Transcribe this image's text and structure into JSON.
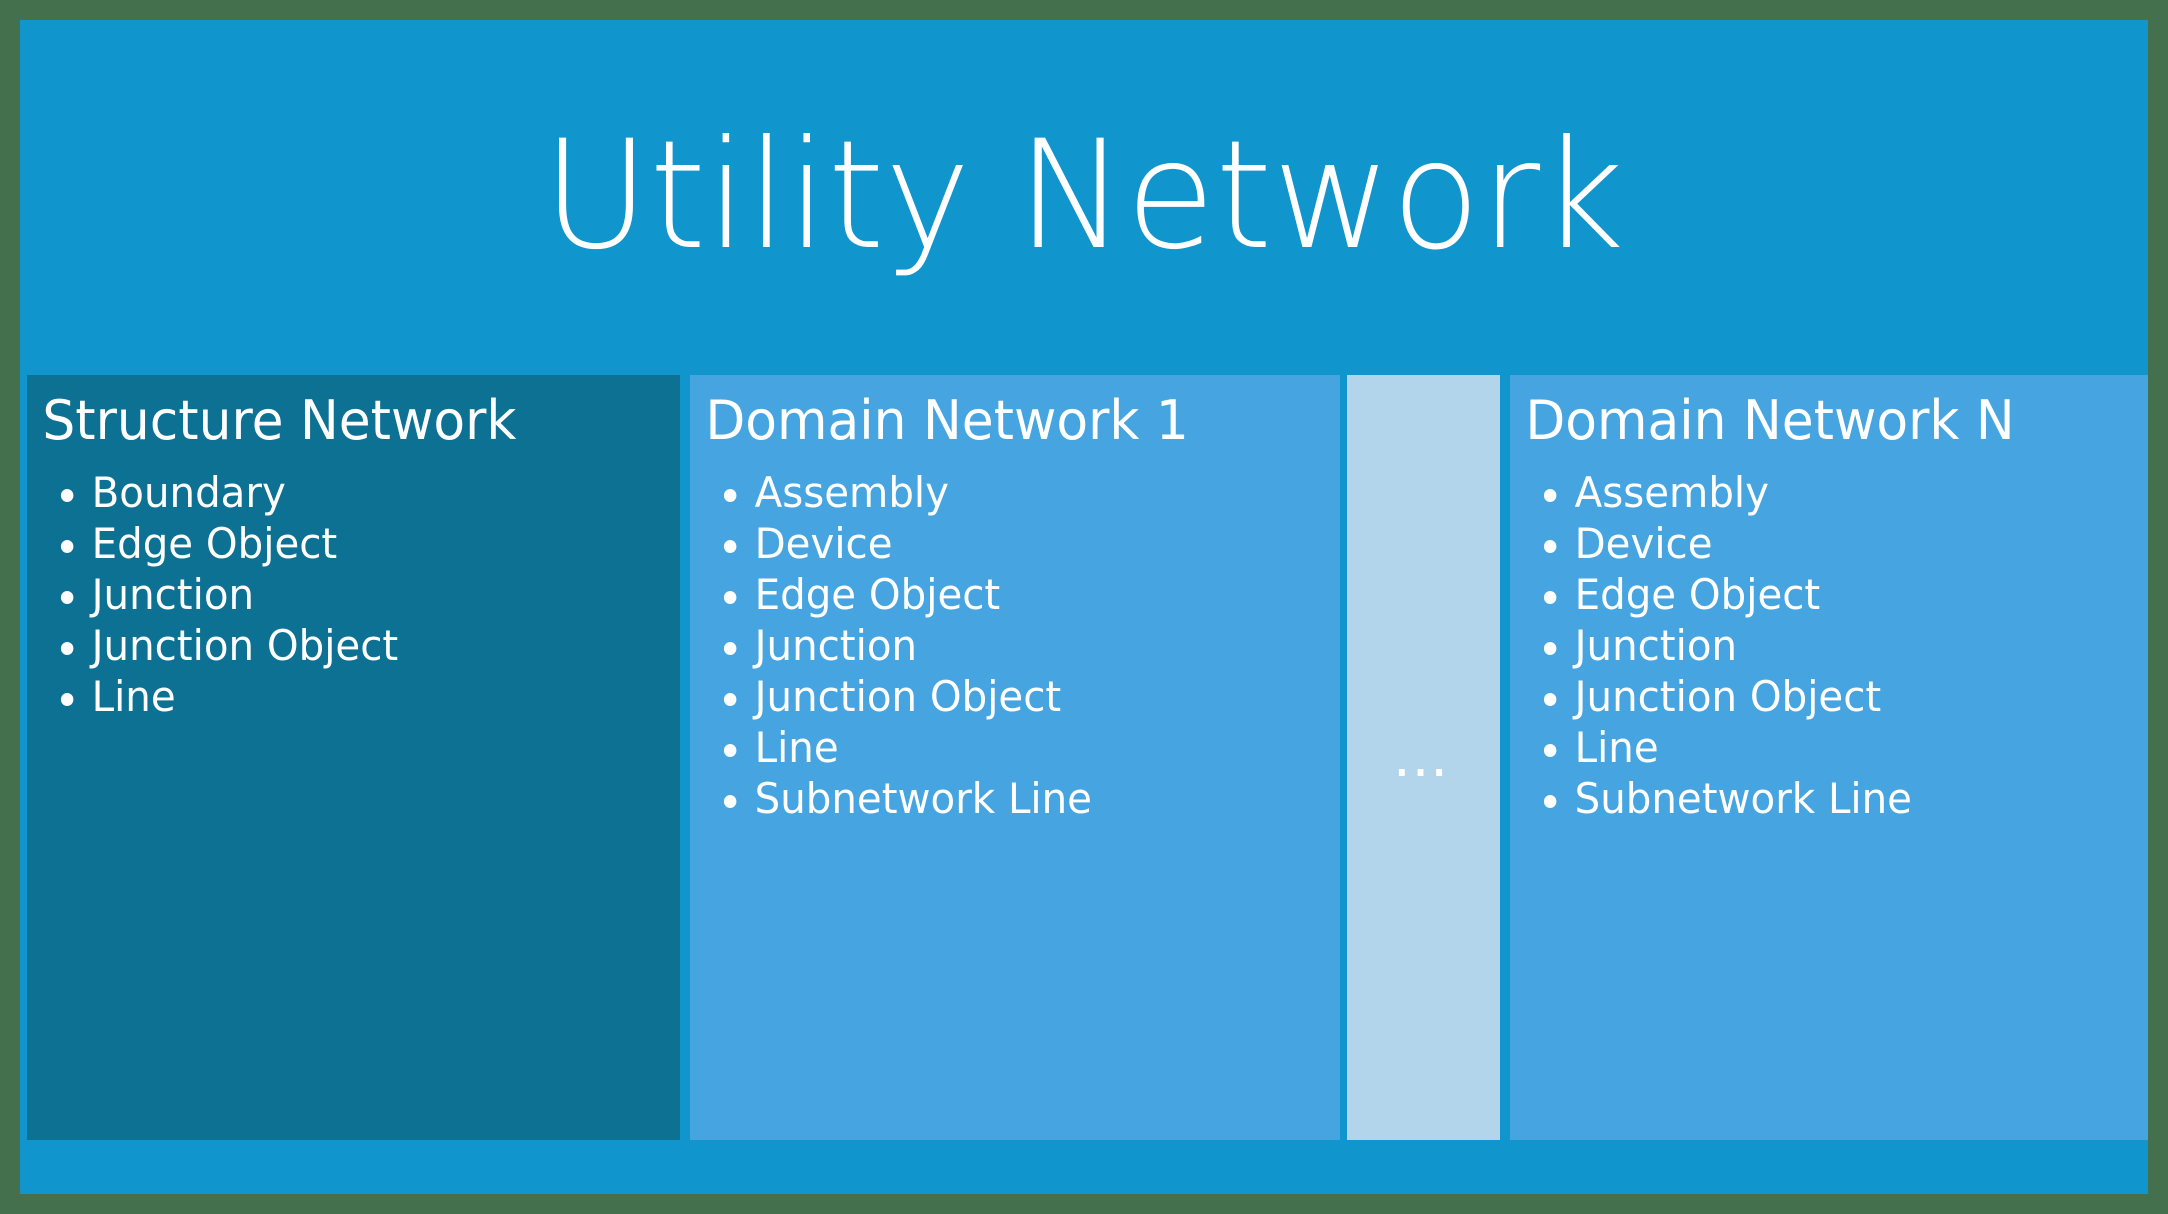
{
  "frame": {
    "border_color": "#44704d",
    "band_color": "#1195cd"
  },
  "header": {
    "title": "Utility Network"
  },
  "colors": {
    "header_blue": "#1195cd",
    "structure_network": "#0d7193",
    "domain_network": "#46a5e0",
    "ellipsis_column": "#b2d5ec",
    "text": "#ffffff"
  },
  "columns": [
    {
      "id": "structure-network",
      "title": "Structure Network",
      "background": "#0d7193",
      "items": [
        "Boundary",
        "Edge Object",
        "Junction",
        "Junction Object",
        "Line"
      ]
    },
    {
      "id": "domain-network-1",
      "title": "Domain Network 1",
      "background": "#46a5e0",
      "items": [
        "Assembly",
        "Device",
        "Edge Object",
        "Junction",
        "Junction Object",
        "Line",
        "Subnetwork Line"
      ]
    },
    {
      "id": "ellipsis",
      "title": "",
      "background": "#b2d5ec",
      "label": "…",
      "items": []
    },
    {
      "id": "domain-network-n",
      "title": "Domain Network N",
      "background": "#46a5e0",
      "items": [
        "Assembly",
        "Device",
        "Edge Object",
        "Junction",
        "Junction Object",
        "Line",
        "Subnetwork Line"
      ]
    }
  ]
}
